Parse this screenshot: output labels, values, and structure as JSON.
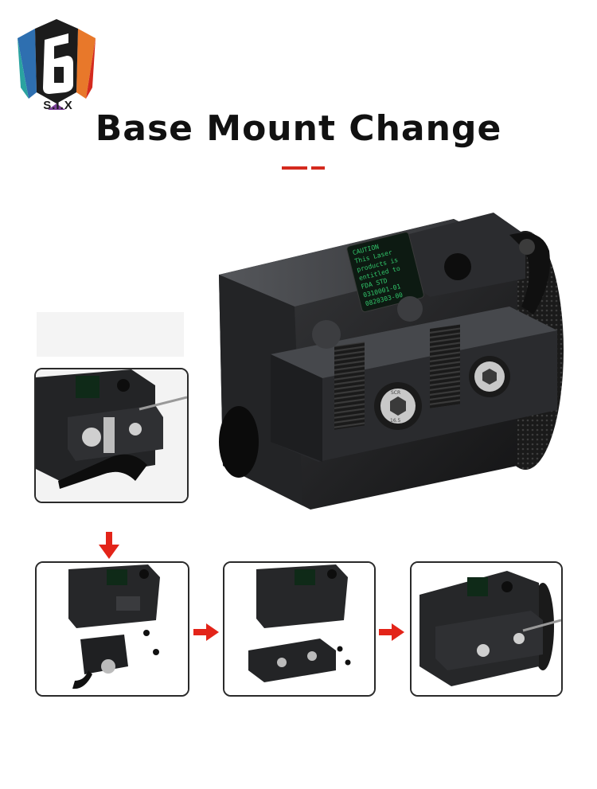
{
  "brand": {
    "logo_text": "S.I.X",
    "colors": {
      "red": "#d42a1e",
      "orange": "#e8782a",
      "blue": "#2e6fb0",
      "teal": "#2aa3a0",
      "purple": "#7b3f98"
    }
  },
  "header": {
    "title": "Base Mount Change"
  },
  "product": {
    "caution_label": [
      "CAUTION",
      "This Laser",
      "products is",
      "entitled to",
      "FDA STD",
      "0310001-01",
      "0820303-00"
    ],
    "screw_marks": [
      "SCR",
      "16.5"
    ]
  },
  "steps": {
    "arrow_icons": [
      "down-arrow-icon",
      "right-arrow-icon",
      "right-arrow-icon"
    ],
    "accent": "#e32419"
  }
}
